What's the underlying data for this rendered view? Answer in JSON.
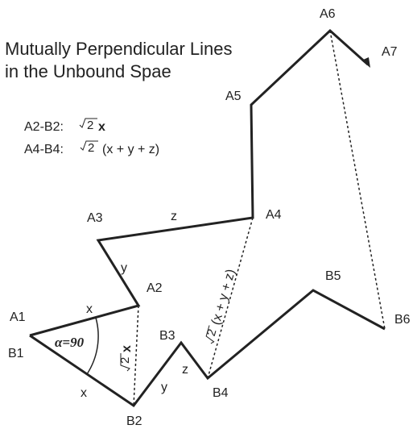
{
  "title": {
    "line1": "Mutually Perpendicular Lines",
    "line2": "in the Unbound Spae"
  },
  "formulas": {
    "a2b2": {
      "label": "A2-B2:",
      "radicand": "2",
      "expr": "x"
    },
    "a4b4": {
      "label": "A4-B4:",
      "radicand": "2",
      "expr": "(x + y + z)"
    }
  },
  "points": {
    "A1": "A1",
    "B1": "B1",
    "A2": "A2",
    "B2": "B2",
    "A3": "A3",
    "B3": "B3",
    "A4": "A4",
    "B4": "B4",
    "A5": "A5",
    "B5": "B5",
    "A6": "A6",
    "B6": "B6",
    "A7": "A7"
  },
  "segments": {
    "a1a2": "x",
    "b1b2": "x",
    "a2a3": "y",
    "a3a4": "z",
    "b2b3": "y",
    "b3b4": "z"
  },
  "angle": "α=90",
  "diagonals": {
    "a2b2": {
      "radicand": "2",
      "expr": "x"
    },
    "a4b4": {
      "radicand": "2",
      "expr": "(x + y + z)"
    }
  }
}
